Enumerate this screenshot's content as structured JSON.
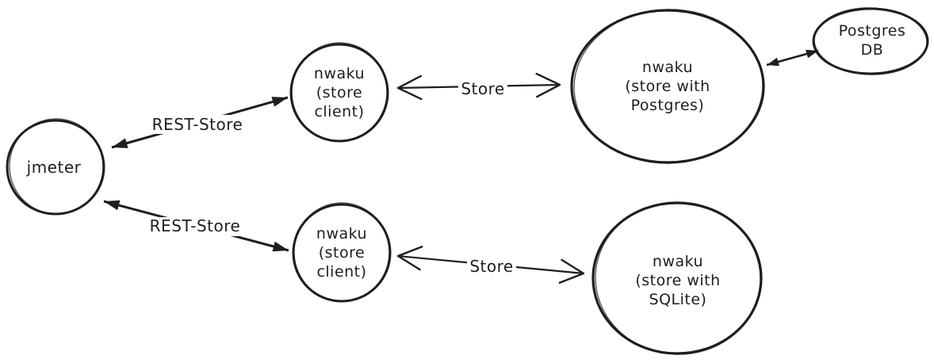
{
  "canvas": {
    "background": "#ffffff",
    "ink": "#1e1e1e"
  },
  "nodes": {
    "jmeter": {
      "lines": [
        "jmeter"
      ]
    },
    "store_client_top": {
      "lines": [
        "nwaku",
        "(store",
        "client)"
      ]
    },
    "store_postgres": {
      "lines": [
        "nwaku",
        "(store with",
        "Postgres)"
      ]
    },
    "postgres_db": {
      "lines": [
        "Postgres",
        "DB"
      ]
    },
    "store_client_bottom": {
      "lines": [
        "nwaku",
        "(store",
        "client)"
      ]
    },
    "store_sqlite": {
      "lines": [
        "nwaku",
        "(store with",
        "SQLite)"
      ]
    }
  },
  "edges": {
    "rest_store_top": {
      "label": "REST-Store",
      "direction": "bidirectional",
      "from": "jmeter",
      "to": "store_client_top"
    },
    "rest_store_bottom": {
      "label": "REST-Store",
      "direction": "bidirectional",
      "from": "jmeter",
      "to": "store_client_bottom"
    },
    "store_top": {
      "label": "Store",
      "direction": "bidirectional",
      "from": "store_client_top",
      "to": "store_postgres"
    },
    "store_bottom": {
      "label": "Store",
      "direction": "bidirectional",
      "from": "store_client_bottom",
      "to": "store_sqlite"
    },
    "postgres_link": {
      "label": "",
      "direction": "bidirectional",
      "from": "store_postgres",
      "to": "postgres_db"
    }
  }
}
